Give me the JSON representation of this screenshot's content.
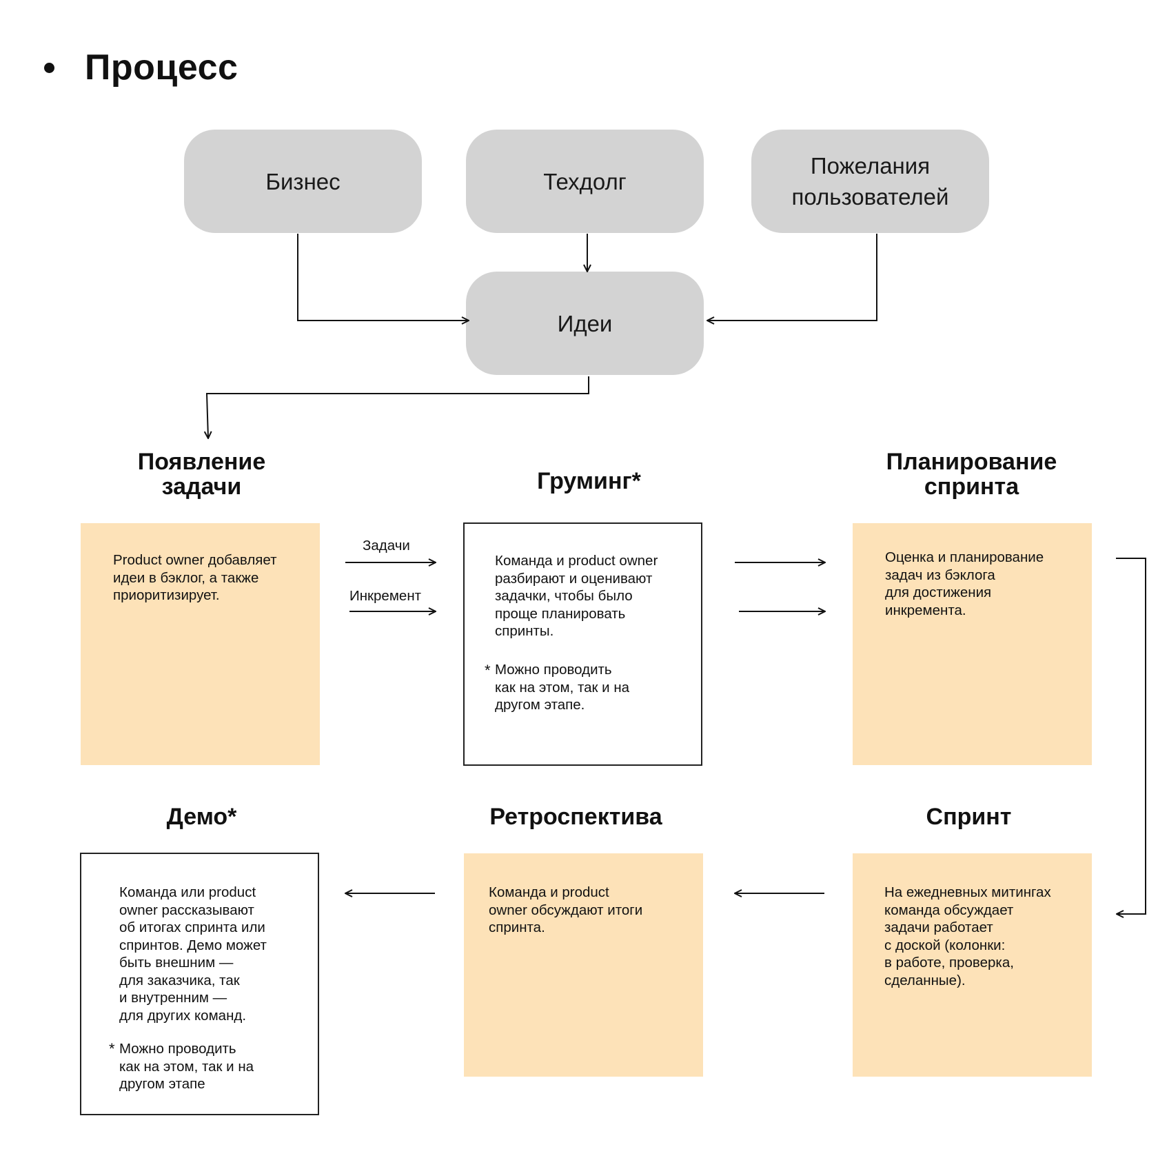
{
  "page": {
    "title": "Процесс"
  },
  "sources": [
    {
      "id": "business",
      "label": "Бизнес"
    },
    {
      "id": "techdebt",
      "label": "Техдолг"
    },
    {
      "id": "user-wishes",
      "label": "Пожелания\nпользователей"
    }
  ],
  "ideas": {
    "label": "Идеи"
  },
  "stages": {
    "task": {
      "title": "Появление\nзадачи",
      "text": "Product owner добавляет\nидеи в бэклог, а также\nприоритизирует."
    },
    "grooming": {
      "title": "Груминг*",
      "text": "Команда и product owner\nразбирают и оценивают\nзадачки, чтобы было\nпроще планировать\nспринты.",
      "note_mark": "*",
      "note": "Можно проводить\nкак на этом, так и на\nдругом этапе."
    },
    "planning": {
      "title": "Планирование\nспринта",
      "text": "Оценка и планирование\nзадач из бэклога\nдля достижения\nинкремента."
    },
    "demo": {
      "title": "Демо*",
      "text": "Команда или product\nowner рассказывают\nоб итогах спринта или\nспринтов. Демо может\nбыть внешним —\nдля заказчика, так\nи внутренним —\nдля других команд.",
      "note_mark": "*",
      "note": "Можно проводить\nкак на этом, так и на\nдругом этапе"
    },
    "retro": {
      "title": "Ретроспектива",
      "text": "Команда и product\nowner обсуждают итоги\nспринта."
    },
    "sprint": {
      "title": "Спринт",
      "text": "На ежедневных митингах\nкоманда обсуждает\nзадачи работает\nс доской (колонки:\nв работе, проверка,\nсделанные)."
    }
  },
  "flow_labels": {
    "tasks": "Задачи",
    "increment": "Инкремент"
  },
  "colors": {
    "pill": "#d3d3d3",
    "card_fill": "#fde2b8",
    "line": "#111111"
  }
}
